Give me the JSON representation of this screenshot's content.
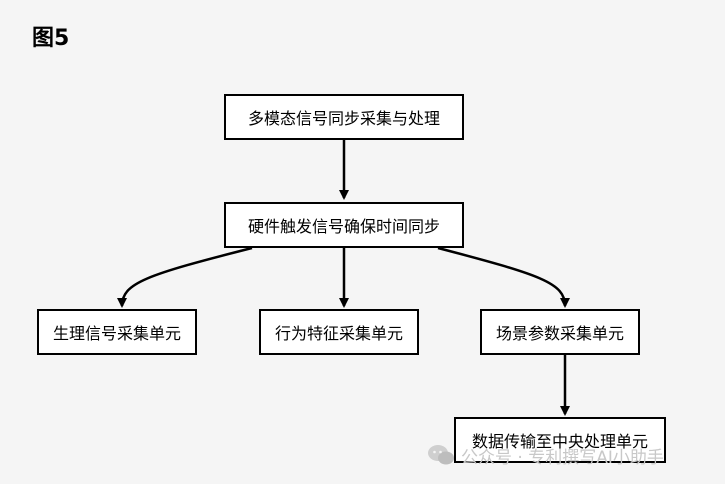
{
  "figure_label": "图5",
  "nodes": {
    "root": "多模态信号同步采集与处理",
    "sync": "硬件触发信号确保时间同步",
    "physio": "生理信号采集单元",
    "behavior": "行为特征采集单元",
    "scene": "场景参数采集单元",
    "central": "数据传输至中央处理单元"
  },
  "watermark": {
    "text": "公众号 · 专利撰写AI小助手"
  }
}
